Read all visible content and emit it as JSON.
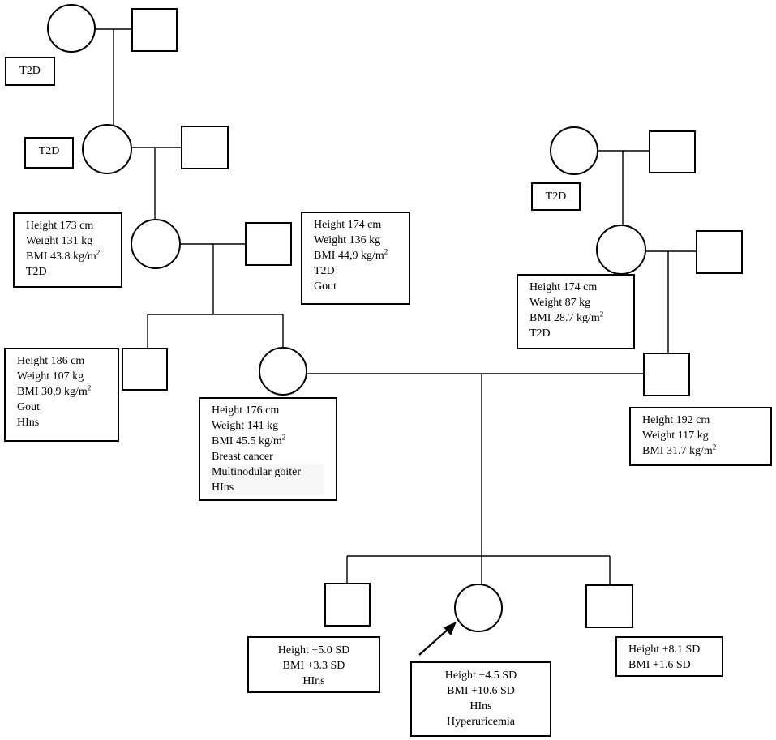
{
  "individuals": {
    "i1_female": {
      "sex": "female"
    },
    "i1_male": {
      "sex": "male"
    },
    "ii1_female": {
      "sex": "female"
    },
    "ii1_male": {
      "sex": "male"
    },
    "iii1_female": {
      "sex": "female"
    },
    "iii1_male": {
      "sex": "male"
    },
    "iv1_male": {
      "sex": "male"
    },
    "iv2_female": {
      "sex": "female"
    },
    "pi1_female": {
      "sex": "female"
    },
    "pi1_male": {
      "sex": "male"
    },
    "pii1_female": {
      "sex": "female"
    },
    "pii1_male": {
      "sex": "male"
    },
    "iv3_male": {
      "sex": "male"
    },
    "v1_male": {
      "sex": "male"
    },
    "v2_proband": {
      "sex": "female",
      "proband": true
    },
    "v3_male": {
      "sex": "male"
    }
  },
  "labels": {
    "i1_female": {
      "l1": "T2D"
    },
    "ii1_female": {
      "l1": "T2D"
    },
    "iii1_female": {
      "l1": "Height  173 cm",
      "l2": "Weight 131 kg",
      "l3": "BMI 43.8 kg/m",
      "sup": "2",
      "l4": "T2D"
    },
    "iii1_male": {
      "l1": "Height  174 cm",
      "l2": "Weight 136 kg",
      "l3": "BMI 44,9 kg/m",
      "sup": "2",
      "l4": "T2D",
      "l5": "Gout"
    },
    "iv1_male": {
      "l1": "Height  186 cm",
      "l2": "Weight 107 kg",
      "l3": "BMI 30,9 kg/m",
      "sup": "2",
      "l4": "Gout",
      "l5": "HIns"
    },
    "iv2_female": {
      "l1": "Height  176 cm",
      "l2": "Weight 141 kg",
      "l3": "BMI 45.5 kg/m",
      "sup": "2",
      "l4": "Breast cancer",
      "l5": "Multinodular goiter",
      "l6": "HIns"
    },
    "pi1_female": {
      "l1": "T2D"
    },
    "pii1_female": {
      "l1": "Height 174 cm",
      "l2": "Weight  87 kg",
      "l3": "BMI 28.7 kg/m",
      "sup": "2",
      "l4": "T2D"
    },
    "iv3_male": {
      "l1": "Height  192 cm",
      "l2": "Weight 117 kg",
      "l3": "BMI 31.7 kg/m",
      "sup": "2"
    },
    "v1_male": {
      "l1": "Height  +5.0 SD",
      "l2": "BMI  +3.3 SD",
      "l3": "HIns"
    },
    "v2_proband": {
      "l1": "Height  +4.5 SD",
      "l2": "BMI  +10.6 SD",
      "l3": "HIns",
      "l4": "Hyperuricemia"
    },
    "v3_male": {
      "l1": "Height  +8.1 SD",
      "l2": "BMI  +1.6 SD"
    }
  }
}
